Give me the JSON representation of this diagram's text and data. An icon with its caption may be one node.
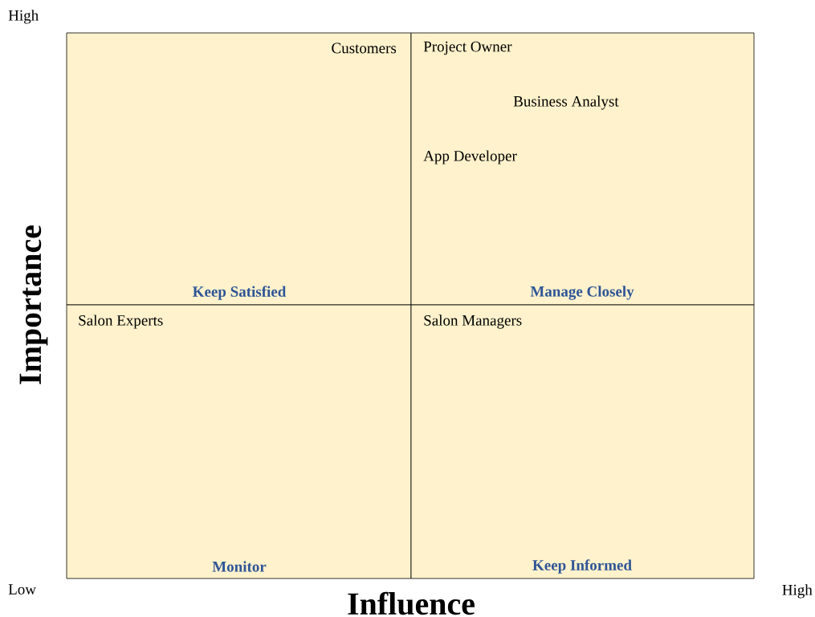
{
  "diagram": {
    "nodes": [
      {
        "text": [
          "Customers",
          "Keep Satisfied"
        ]
      },
      {
        "text": [
          "Project Owner",
          "Business Analyst",
          "App Developer",
          "Manage Closely"
        ]
      },
      {
        "text": [
          "Salon Experts",
          "Monitor"
        ]
      },
      {
        "text": [
          "Salon Managers",
          "Keep Informed"
        ]
      }
    ],
    "labels": [
      "High",
      "Importance",
      "Low",
      "Influence",
      "High"
    ]
  }
}
